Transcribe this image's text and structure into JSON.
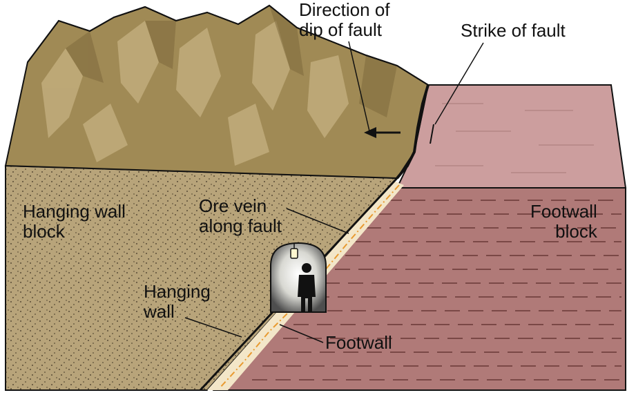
{
  "labels": {
    "dip_direction": [
      "Direction of",
      "dip of fault"
    ],
    "strike": "Strike of fault",
    "hanging_wall_block": [
      "Hanging wall",
      "block"
    ],
    "ore_vein": [
      "Ore vein",
      "along fault"
    ],
    "footwall_block": [
      "Footwall",
      "block"
    ],
    "hanging_wall": [
      "Hanging",
      "wall"
    ],
    "footwall": "Footwall"
  },
  "colors": {
    "mountain": "#a08a55",
    "mountain_highlight": "#c2ad7c",
    "mountain_shadow": "#8a7445",
    "hanging_wall_fill": "#b8a47a",
    "footwall_top": "#cc9e9e",
    "footwall_front": "#b07a78",
    "ore_vein": "#e89a30",
    "tunnel_glow": "#f4f4f0",
    "tunnel_dark": "#5c5c5c",
    "outline": "#111111"
  },
  "icons": [
    "lantern-icon",
    "miner-figure-icon",
    "dip-arrow-icon"
  ]
}
